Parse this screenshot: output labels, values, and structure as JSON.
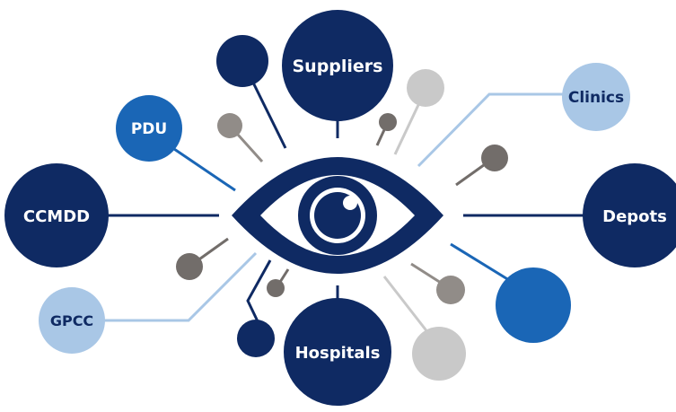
{
  "nodes": {
    "suppliers": "Suppliers",
    "clinics": "Clinics",
    "pdu": "PDU",
    "ccmdd": "CCMDD",
    "depots": "Depots",
    "gpcc": "GPCC",
    "hospitals": "Hospitals"
  },
  "colors": {
    "navy": "#0f2a63",
    "blue": "#1a66b6",
    "light_blue": "#a9c7e6",
    "dark_gray": "#726d6a",
    "mid_gray": "#918c88",
    "light_gray": "#c9c9c9",
    "label_light": "#0f2a63",
    "label_dark": "#ffffff"
  },
  "icons": {
    "center": "eye-icon"
  }
}
